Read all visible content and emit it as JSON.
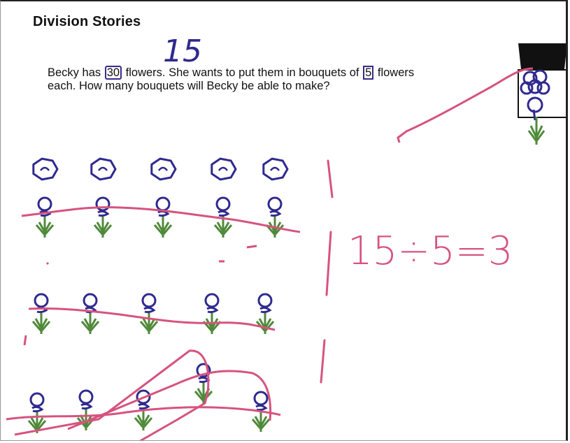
{
  "worksheet": {
    "title": "Division Stories",
    "problem": {
      "part1": "Becky has ",
      "total": "30",
      "part2": " flowers.  She wants to put them in bouquets of ",
      "group_size": "5",
      "part3": " flowers",
      "line2": "each.  How many bouquets will Becky be able to make?"
    }
  },
  "annotations": {
    "overwritten_total": "15",
    "equation": "15÷5=3"
  },
  "colors": {
    "pen_blue": "#2f2a8f",
    "pen_pink": "#d6537f",
    "pen_green": "#4f8a3a",
    "vase_black": "#111111"
  }
}
